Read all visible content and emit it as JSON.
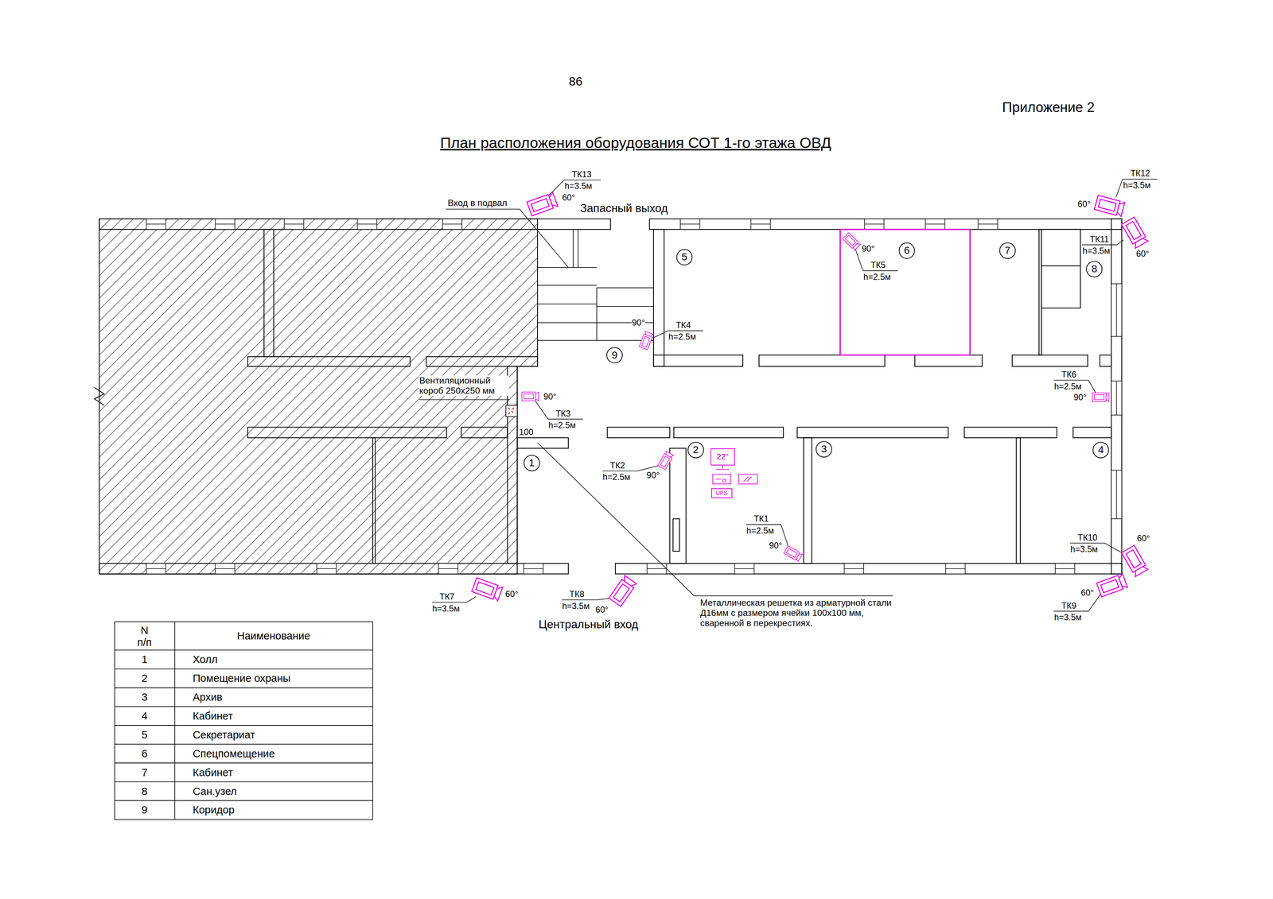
{
  "diagram": {
    "title": "План расположения оборудования СОТ 1-го этажа ОВД",
    "nodes": [
      {
        "text": [
          "5"
        ]
      },
      {
        "text": [
          "6"
        ]
      },
      {
        "text": [
          "7"
        ]
      },
      {
        "text": [
          "8"
        ]
      },
      {
        "text": [
          "9"
        ]
      },
      {
        "text": [
          "1"
        ]
      },
      {
        "text": [
          "2"
        ]
      },
      {
        "text": [
          "3"
        ]
      },
      {
        "text": [
          "4"
        ]
      },
      {
        "text": [
          "22\""
        ]
      },
      {
        "text": [
          "UPS"
        ]
      }
    ],
    "labels": [
      "86",
      "Приложение 2",
      "Вход в подвал",
      "Запасный выход",
      "ТК13",
      "h=3.5м",
      "60°",
      "ТК12",
      "h=3.5м",
      "60°",
      "ТК11",
      "h=3.5м",
      "60°",
      "90°",
      "ТК5",
      "h=2.5м",
      "90°",
      "ТК4",
      "h=2.5м",
      "Вентиляционный короб 250х250 мм",
      "90°",
      "ТК3",
      "h=2.5м",
      "100",
      "ТК6",
      "h=2.5м",
      "90°",
      "ТК2",
      "h=2.5м",
      "90°",
      "ТК1",
      "h=2.5м",
      "90°",
      "ТК10",
      "h=3.5м",
      "60°",
      "ТК7",
      "h=3.5м",
      "60°",
      "ТК8",
      "h=3.5м",
      "60°",
      "ТК9",
      "h=3.5м",
      "60°",
      "Центральный вход",
      "Металлическая решетка из арматурной стали Д16мм с размером ячейки 100х100 мм, сваренной в перекрестиях.",
      "N п/п",
      "Наименование",
      "1",
      "Холл",
      "2",
      "Помещение охраны",
      "3",
      "Архив",
      "4",
      "Кабинет",
      "5",
      "Секретариат",
      "6",
      "Спецпомещение",
      "7",
      "Кабинет",
      "8",
      "Сан.узел",
      "9",
      "Коридор"
    ]
  }
}
